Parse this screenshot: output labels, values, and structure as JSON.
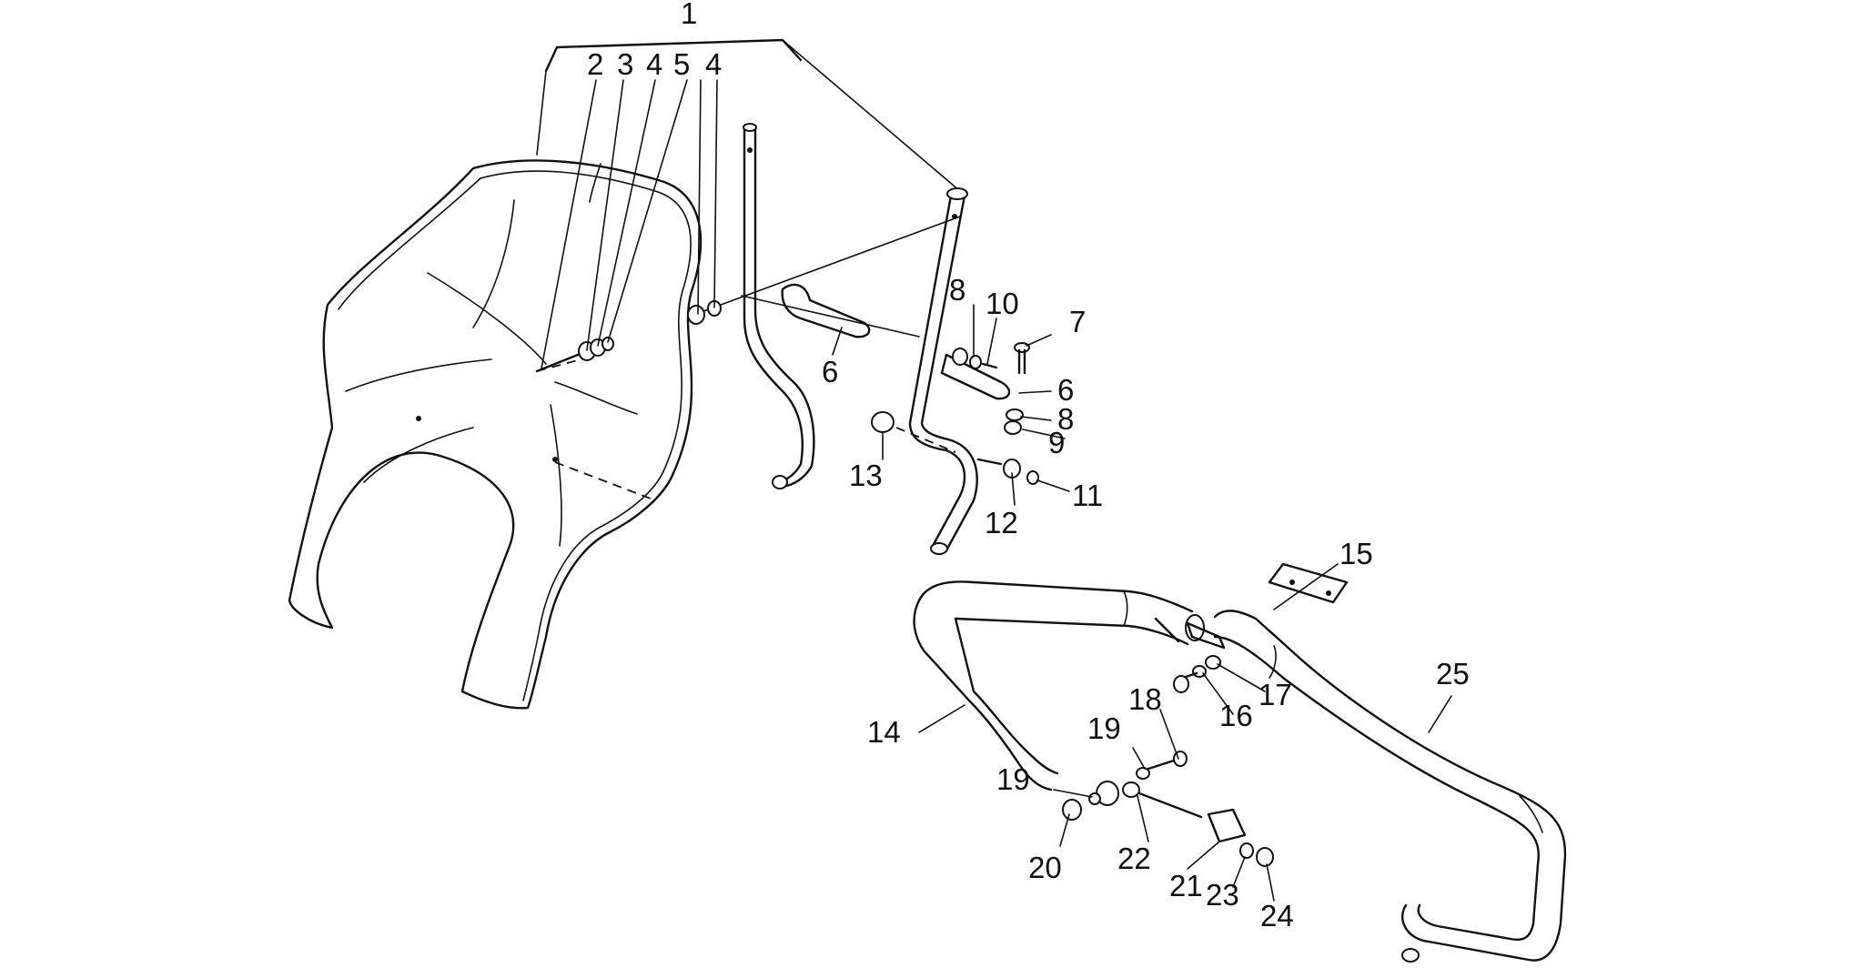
{
  "diagram": {
    "callouts": [
      "1",
      "2",
      "3",
      "4",
      "5",
      "4",
      "6",
      "7",
      "8",
      "10",
      "6",
      "8",
      "9",
      "11",
      "12",
      "13",
      "14",
      "15",
      "16",
      "17",
      "18",
      "19",
      "19",
      "20",
      "21",
      "22",
      "23",
      "24",
      "25"
    ]
  }
}
